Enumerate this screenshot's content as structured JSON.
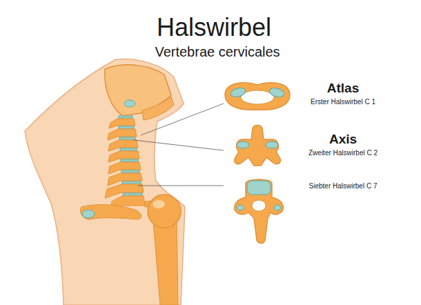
{
  "diagram": {
    "title": "Halswirbel",
    "labels": [
      "Vertebrae cervicales",
      "Atlas",
      "Erster Halswirbel C 1",
      "Axis",
      "Zweiter Halswirbel C 2",
      "Siebter Halswirbel C 7"
    ]
  }
}
